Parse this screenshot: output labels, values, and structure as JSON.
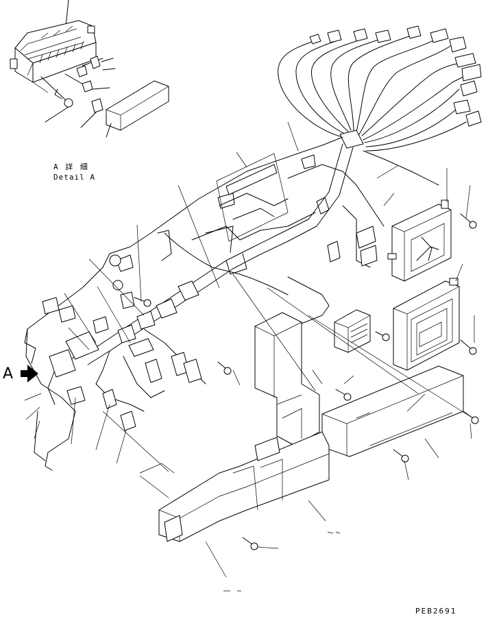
{
  "labels": {
    "detail_title": "A 詳 細",
    "detail_sub": "Detail A",
    "view_letter": "A",
    "drawing_code": "PEB2691"
  },
  "colors": {
    "ink": "#000000",
    "paper": "#ffffff"
  }
}
